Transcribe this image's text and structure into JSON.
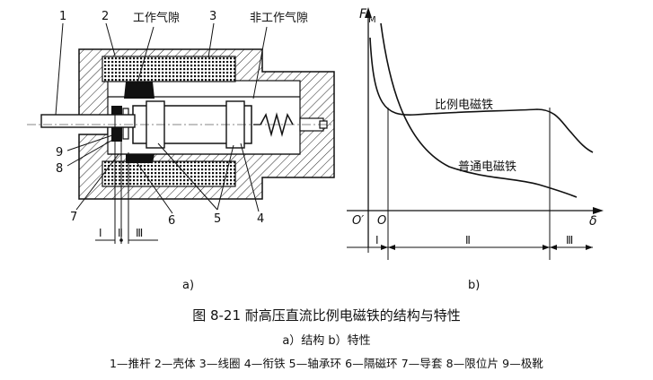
{
  "diagram": {
    "left": {
      "callouts": {
        "n1": "1",
        "n2": "2",
        "n3": "3",
        "n4": "4",
        "n5": "5",
        "n6": "6",
        "n7": "7",
        "n8": "8",
        "n9": "9",
        "working_gap": "工作气隙",
        "nonworking_gap": "非工作气隙"
      },
      "zones": [
        "Ⅰ",
        "Ⅱ",
        "Ⅲ"
      ],
      "sub_label": "a)"
    },
    "right": {
      "y_axis": "F",
      "y_axis_sub": "M",
      "x_axis": "δ",
      "origin_prime": "O′",
      "origin": "O",
      "curve_proportional": "比例电磁铁",
      "curve_ordinary": "普通电磁铁",
      "zones": [
        "Ⅰ",
        "Ⅱ",
        "Ⅲ"
      ],
      "sub_label": "b)"
    }
  },
  "caption": {
    "title": "图 8-21    耐高压直流比例电磁铁的结构与特性",
    "subtitle": "a）结构   b）特性",
    "legend": "1—推杆   2—壳体   3—线圈   4—衔铁   5—轴承环   6—隔磁环   7—导套   8—限位片   9—极靴"
  }
}
